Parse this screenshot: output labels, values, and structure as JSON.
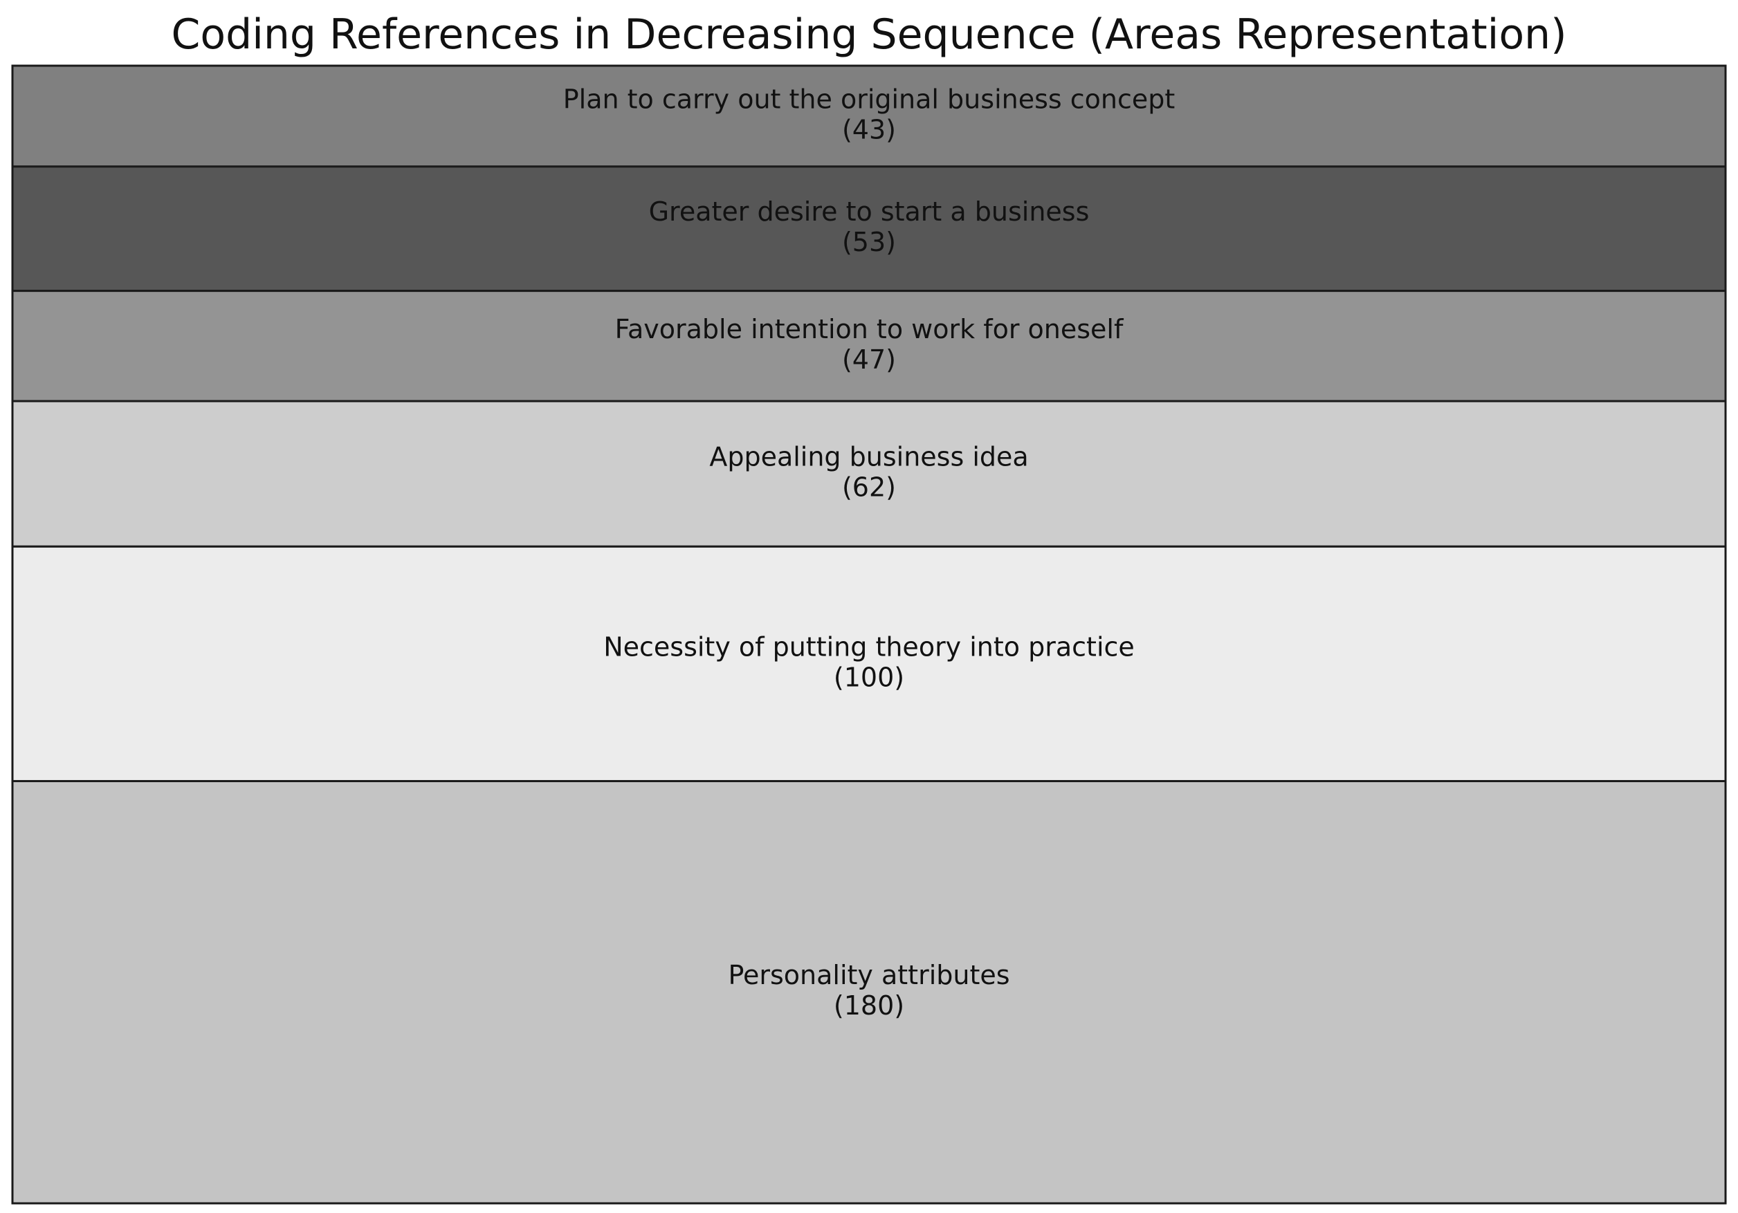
{
  "chart_data": {
    "type": "treemap",
    "title": "Coding References in Decreasing Sequence (Areas Representation)",
    "layout": "stacked rows",
    "items": [
      {
        "label": "Plan to carry out the original business concept",
        "value": 43,
        "value_label": "(43)",
        "color": "#808080"
      },
      {
        "label": "Greater desire to start a business",
        "value": 53,
        "value_label": "(53)",
        "color": "#575757"
      },
      {
        "label": "Favorable intention to work for oneself",
        "value": 47,
        "value_label": "(47)",
        "color": "#949494"
      },
      {
        "label": "Appealing business idea",
        "value": 62,
        "value_label": "(62)",
        "color": "#cdcdcd"
      },
      {
        "label": "Necessity of putting theory into practice",
        "value": 100,
        "value_label": "(100)",
        "color": "#ececec"
      },
      {
        "label": "Personality attributes",
        "value": 180,
        "value_label": "(180)",
        "color": "#c4c4c4"
      }
    ]
  }
}
